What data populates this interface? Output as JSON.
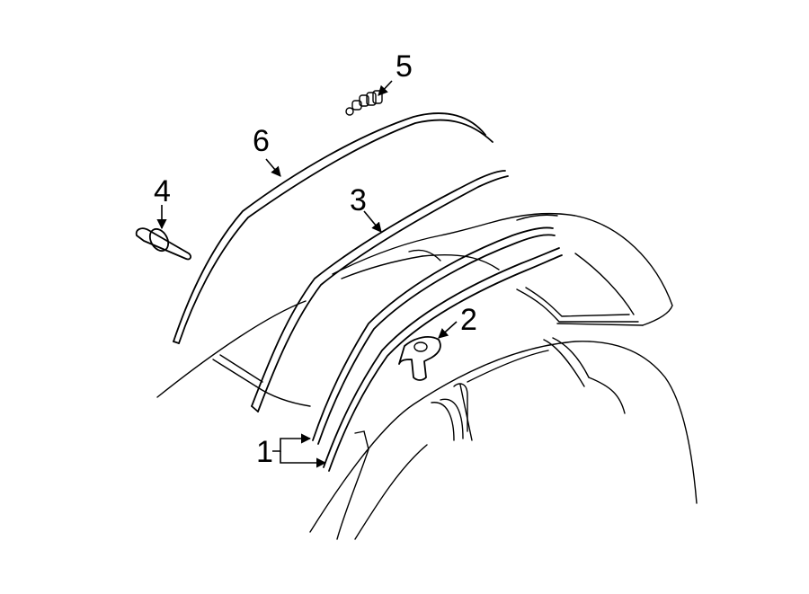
{
  "callouts": [
    {
      "label": "1"
    },
    {
      "label": "2"
    },
    {
      "label": "3"
    },
    {
      "label": "4"
    },
    {
      "label": "5"
    },
    {
      "label": "6"
    }
  ]
}
